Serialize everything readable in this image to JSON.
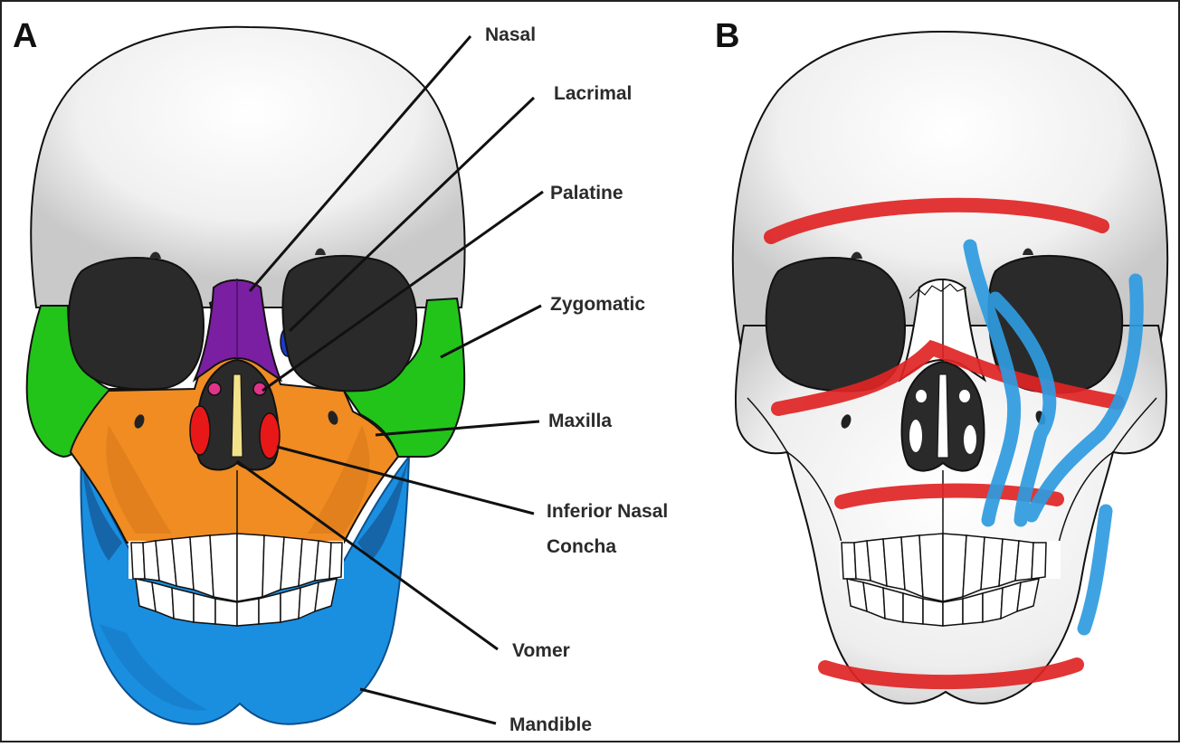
{
  "panels": {
    "a": {
      "letter": "A"
    },
    "b": {
      "letter": "B"
    }
  },
  "labels": {
    "nasal": "Nasal",
    "lacrimal": "Lacrimal",
    "palatine": "Palatine",
    "zygomatic": "Zygomatic",
    "maxilla": "Maxilla",
    "inferior_nasal_concha_line1": "Inferior Nasal",
    "inferior_nasal_concha_line2": "Concha",
    "vomer": "Vomer",
    "mandible": "Mandible"
  },
  "colors": {
    "nasal": "#7b1fa2",
    "lacrimal": "#1a3ccf",
    "palatine": "#e0338a",
    "zygomatic": "#22c41a",
    "maxilla": "#f08c22",
    "inferior_nasal_concha": "#e81818",
    "vomer": "#f3e28a",
    "mandible": "#1a8fe0",
    "mandible_shadow": "#1565a8",
    "le_fort_lines": "#e02424",
    "vertical_lines": "#2f9be0",
    "orbit": "#2a2a2a",
    "skull": "#f4f4f4"
  }
}
